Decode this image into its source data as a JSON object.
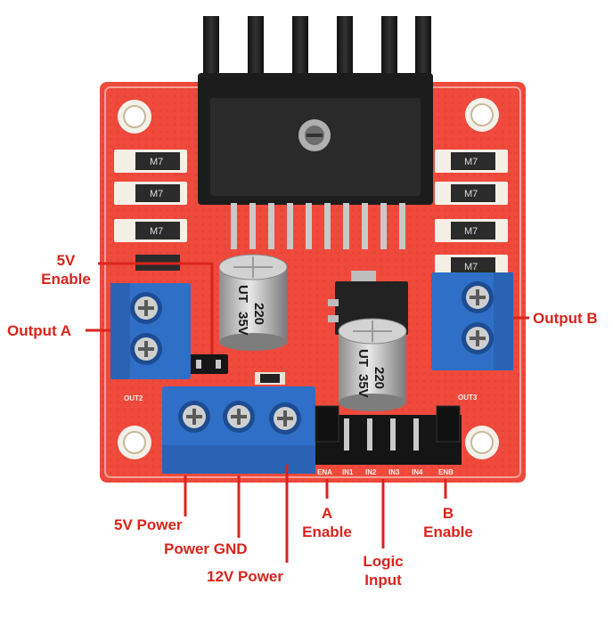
{
  "labels": {
    "enable_5v": "5V\nEnable",
    "output_a": "Output A",
    "output_b": "Output B",
    "power_5v": "5V Power",
    "power_gnd": "Power GND",
    "power_12v": "12V Power",
    "a_enable": "A\nEnable",
    "logic_input": "Logic\nInput",
    "b_enable": "B\nEnable"
  },
  "silkscreen": {
    "out2": "OUT2",
    "out3": "OUT3",
    "ena": "ENA",
    "in1": "IN1",
    "in2": "IN2",
    "in3": "IN3",
    "in4": "IN4",
    "enb": "ENB"
  },
  "components": {
    "diode_marking": "M7",
    "capacitor_value": "220",
    "capacitor_voltage": "35V",
    "capacitor_brand": "UT"
  },
  "colors": {
    "board": "#ef4a3c",
    "label": "#d9241c",
    "terminal": "#2f6fc7",
    "heatsink": "#1b1b1b"
  }
}
